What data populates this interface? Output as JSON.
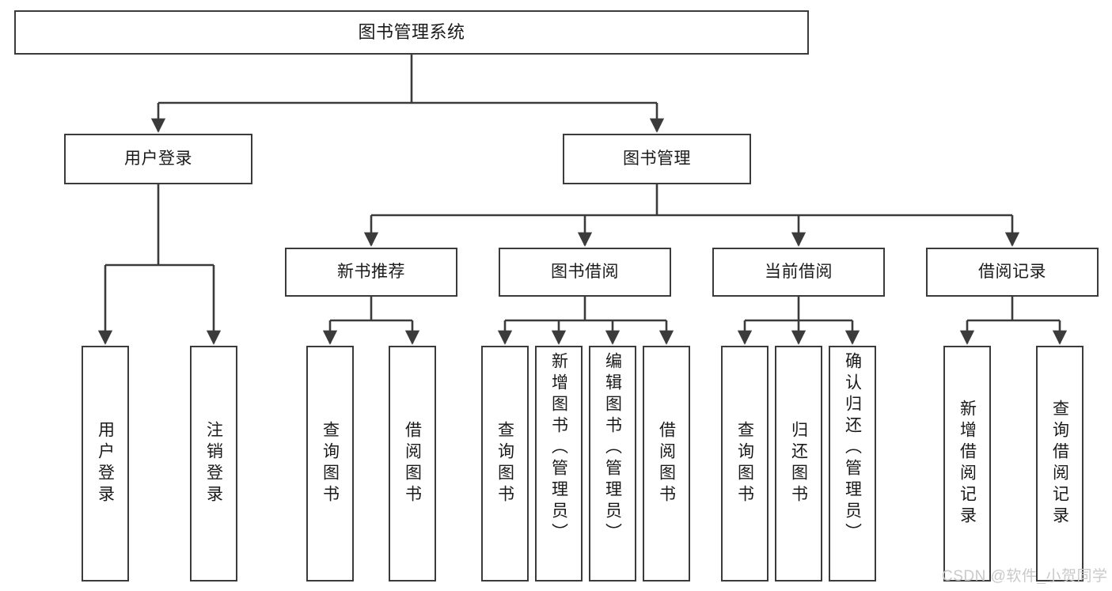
{
  "diagram": {
    "title": "图书管理系统",
    "type": "tree",
    "line_color": "#3b3b3b",
    "box_fill": "#ffffff",
    "text_color": "#1a1a1a",
    "watermark": {
      "text": "CSDN @软件_小贺同学",
      "color": "#c9c9c9"
    }
  },
  "nodes": {
    "root": {
      "label": "图书管理系统"
    },
    "level1": [
      {
        "label": "用户登录"
      },
      {
        "label": "图书管理"
      }
    ],
    "level2": [
      {
        "label": "新书推荐"
      },
      {
        "label": "图书借阅"
      },
      {
        "label": "当前借阅"
      },
      {
        "label": "借阅记录"
      }
    ],
    "leaves": {
      "user_login": [
        {
          "label": "用户登录"
        },
        {
          "label": "注销登录"
        }
      ],
      "new_book": [
        {
          "label": "查询图书"
        },
        {
          "label": "借阅图书"
        }
      ],
      "book_borrow": [
        {
          "label": "查询图书"
        },
        {
          "label": "新增图书（管理员）"
        },
        {
          "label": "编辑图书（管理员）"
        },
        {
          "label": "借阅图书"
        }
      ],
      "current_borrow": [
        {
          "label": "查询图书"
        },
        {
          "label": "归还图书"
        },
        {
          "label": "确认归还（管理员）"
        }
      ],
      "borrow_record": [
        {
          "label": "新增借阅记录"
        },
        {
          "label": "查询借阅记录"
        }
      ]
    }
  }
}
